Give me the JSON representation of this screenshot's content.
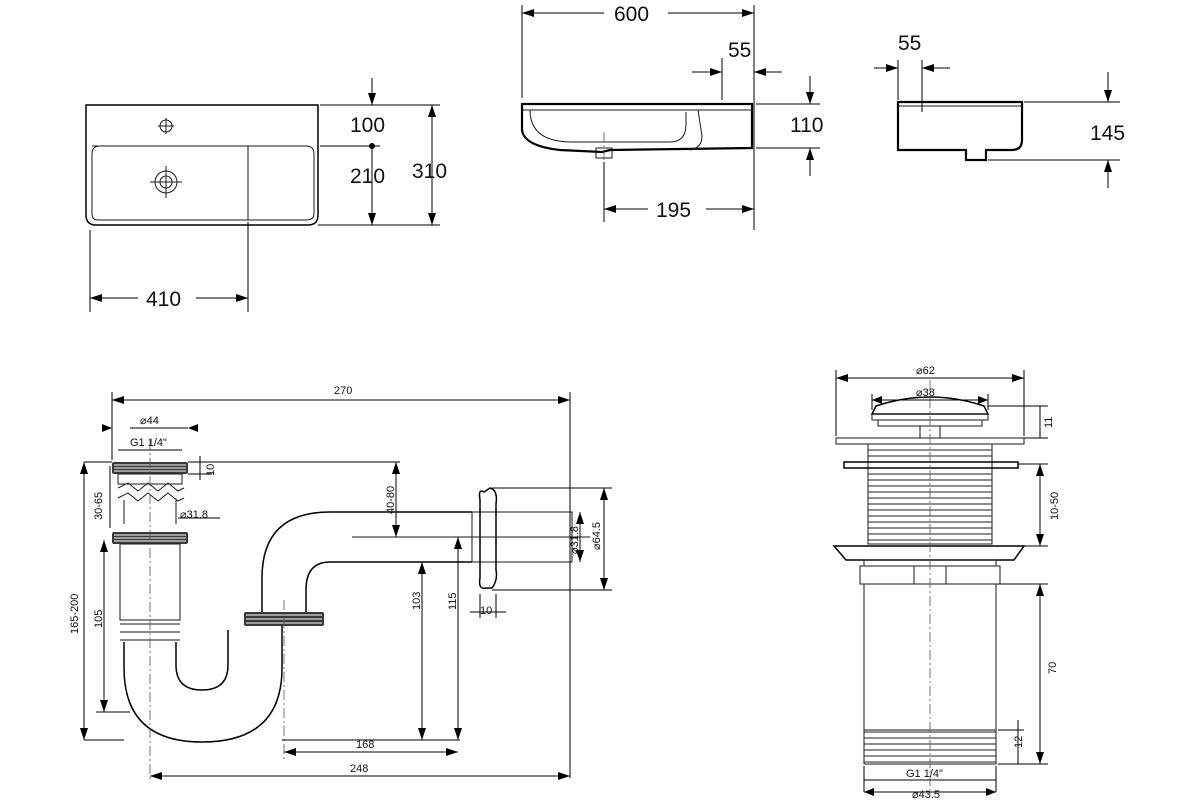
{
  "basin_top": {
    "width_left": "410",
    "tap_offset": "100",
    "bowl_depth": "210",
    "depth_total": "310"
  },
  "basin_side": {
    "width_total": "600",
    "rim_offset": "55",
    "height": "110",
    "drain_offset": "195"
  },
  "basin_end": {
    "rim_offset": "55",
    "height": "145"
  },
  "siphon": {
    "length_total": "270",
    "diam_top": "⌀44",
    "thread_top": "G1 1/4\"",
    "ring_height": "10",
    "adjust_range": "30-65",
    "diam_pipe": "⌀31.8",
    "total_height": "165-200",
    "lower_height": "105",
    "wall_drop": "40-80",
    "wall_diam_inner": "⌀31.8",
    "wall_diam_outer": "⌀64.5",
    "h_103": "103",
    "h_115": "115",
    "flange": "10",
    "dist_168": "168",
    "dist_248": "248"
  },
  "drain_valve": {
    "diam_cap": "⌀62",
    "diam_plug": "⌀38",
    "cap_height": "11",
    "clamp_range": "10-50",
    "body_height": "70",
    "thread_height": "12",
    "thread_spec": "G1 1/4\"",
    "diam_bottom": "⌀43.5"
  }
}
